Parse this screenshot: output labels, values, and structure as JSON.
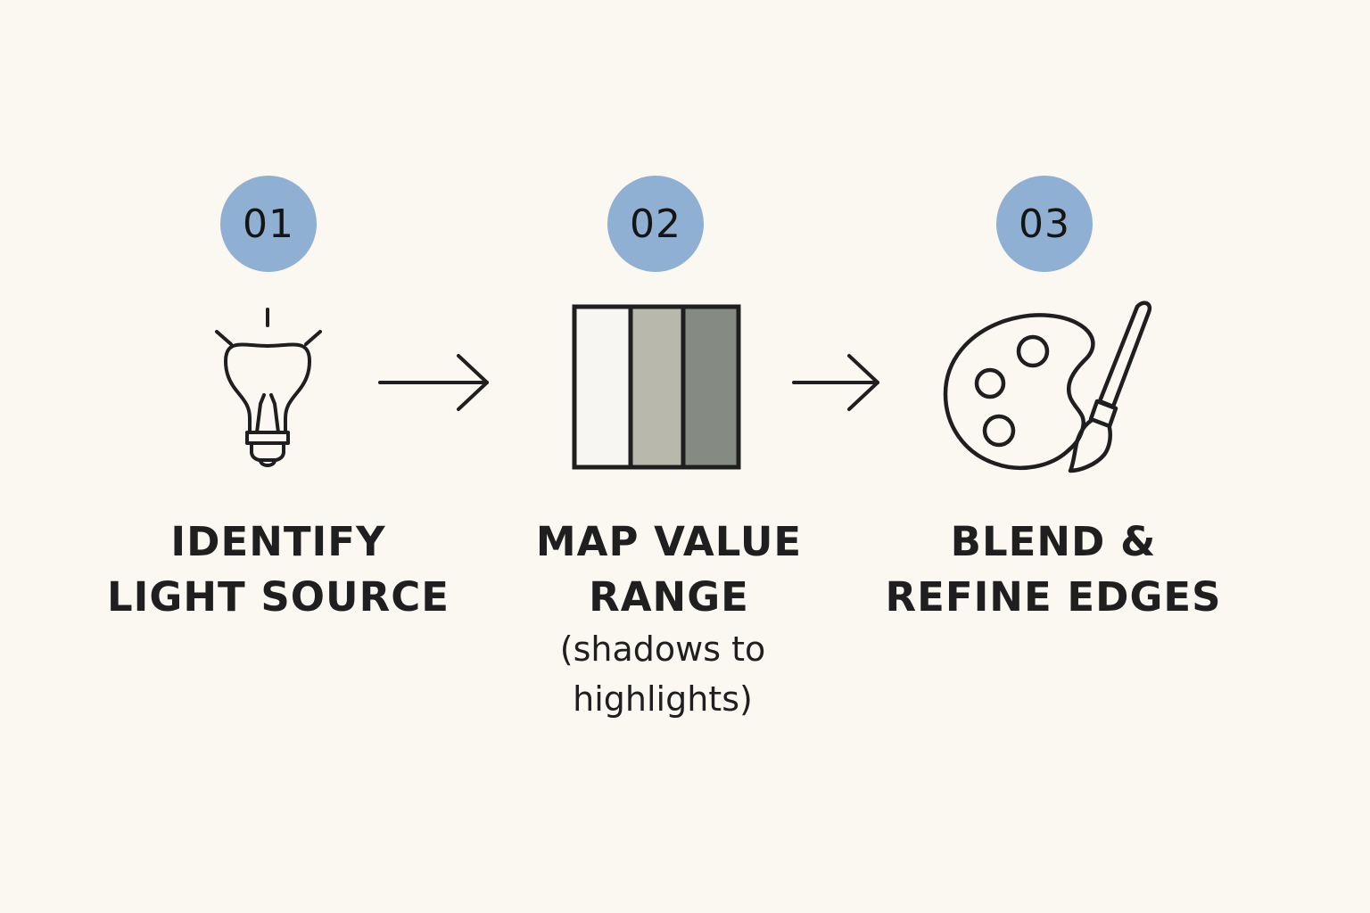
{
  "colors": {
    "background": "#fbf8f2",
    "badge": "#8fb0d3",
    "stroke": "#1f1f1f",
    "swatch_light": "#f7f6f3",
    "swatch_mid": "#b9b8ad",
    "swatch_dark": "#858b83"
  },
  "steps": [
    {
      "number": "01",
      "icon": "lightbulb-icon",
      "title_lines": [
        "IDENTIFY",
        "LIGHT SOURCE"
      ]
    },
    {
      "number": "02",
      "icon": "value-swatches-icon",
      "title_lines": [
        "MAP VALUE",
        "RANGE"
      ],
      "subtitle_lines": [
        "(shadows to",
        "highlights)"
      ]
    },
    {
      "number": "03",
      "icon": "palette-brush-icon",
      "title_lines": [
        "BLEND &",
        "REFINE EDGES"
      ]
    }
  ],
  "connectors": [
    "arrow-right-icon",
    "arrow-right-icon"
  ]
}
